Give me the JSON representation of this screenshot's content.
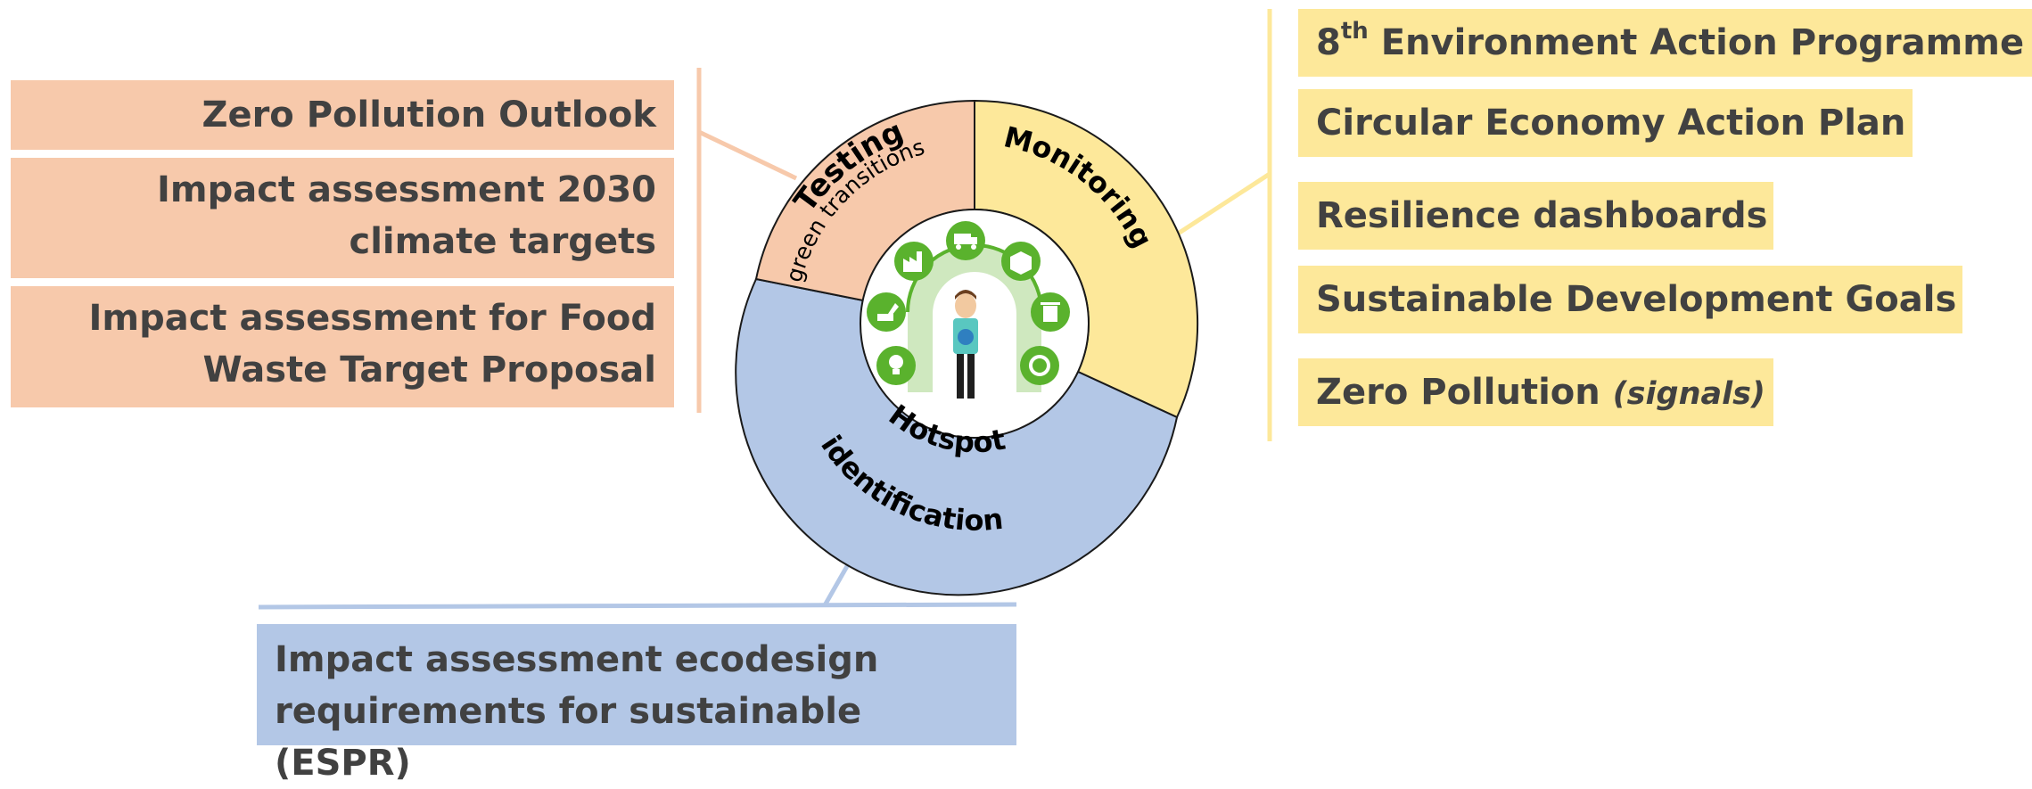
{
  "colors": {
    "testing": "#f7c9ab",
    "monitoring": "#fde89a",
    "hotspot": "#b3c7e6",
    "icon_green": "#5ab22d",
    "text": "#414141"
  },
  "left_boxes": [
    {
      "line1": "Zero Pollution Outlook",
      "line2": ""
    },
    {
      "line1": "Impact assessment 2030",
      "line2": "climate targets"
    },
    {
      "line1": "Impact assessment for Food",
      "line2": "Waste Target Proposal"
    }
  ],
  "right_boxes": [
    {
      "pre": "8",
      "sup": "th",
      "post": " Environment Action Programme"
    },
    {
      "text": "Circular Economy Action Plan"
    },
    {
      "text": "Resilience dashboards"
    },
    {
      "text": "Sustainable Development Goals"
    },
    {
      "text": "Zero Pollution ",
      "italic": "(signals)"
    }
  ],
  "bottom_box": {
    "line1": "Impact assessment ecodesign",
    "line2": "requirements for sustainable (ESPR)"
  },
  "wheel": {
    "testing_title": "Testing",
    "testing_subtitle": "green transitions",
    "monitoring": "Monitoring",
    "hotspot_line1": "Hotspot",
    "hotspot_line2": "identification"
  },
  "icons": [
    "factory-icon",
    "truck-icon",
    "box-icon",
    "bin-icon",
    "recycle-icon",
    "lightbulb-icon",
    "excavator-icon"
  ]
}
